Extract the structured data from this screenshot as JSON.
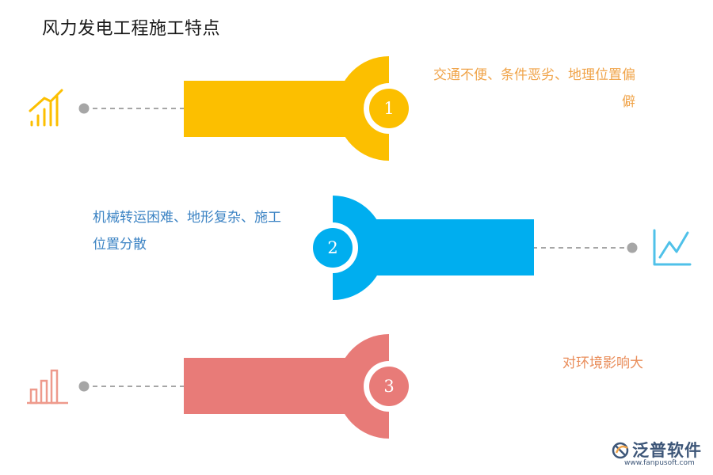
{
  "title": "风力发电工程施工特点",
  "colors": {
    "step1": "#FCBF00",
    "step2": "#00AEEF",
    "step3": "#E87B78",
    "step1_text": "#F0A44A",
    "step2_text": "#3D84C4",
    "step3_text": "#E98D5A",
    "connector": "#A6A6A6"
  },
  "steps": [
    {
      "number": "1",
      "text": "交通不便、条件恶劣、地理位置偏僻",
      "icon": "bar-chart-rising-icon"
    },
    {
      "number": "2",
      "text": "机械转运困难、地形复杂、施工位置分散",
      "icon": "line-chart-icon"
    },
    {
      "number": "3",
      "text": "对环境影响大",
      "icon": "bar-chart-icon"
    }
  ],
  "logo": {
    "name": "泛普软件",
    "url": "www.fanpusoft.com"
  }
}
